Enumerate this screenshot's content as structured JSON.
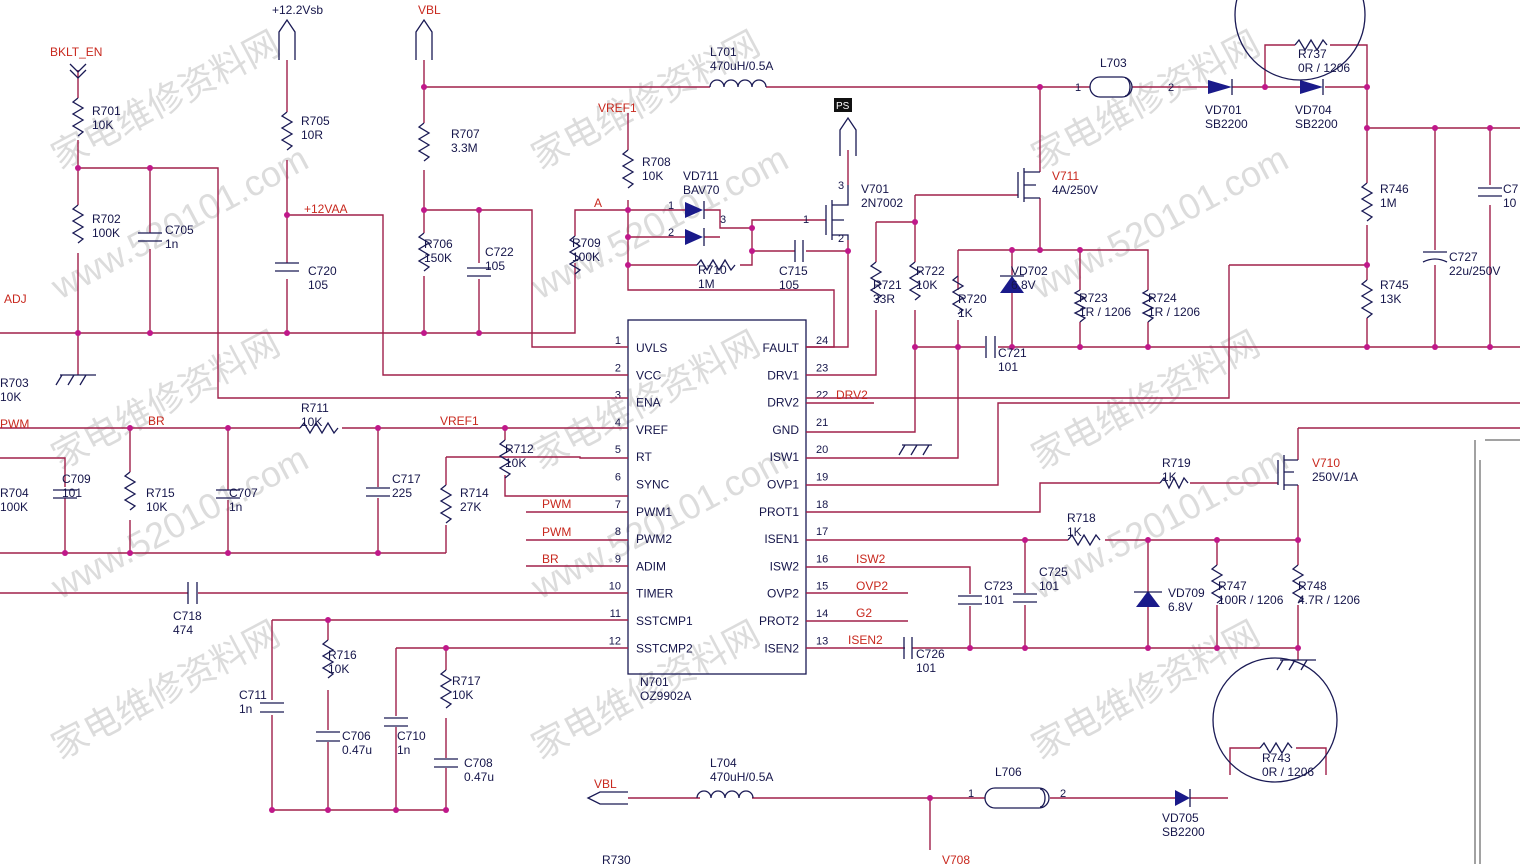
{
  "ic": {
    "ref": "N701",
    "part": "OZ9902A",
    "left_pins": [
      {
        "num": "1",
        "name": "UVLS"
      },
      {
        "num": "2",
        "name": "VCC"
      },
      {
        "num": "3",
        "name": "ENA"
      },
      {
        "num": "4",
        "name": "VREF"
      },
      {
        "num": "5",
        "name": "RT"
      },
      {
        "num": "6",
        "name": "SYNC"
      },
      {
        "num": "7",
        "name": "PWM1"
      },
      {
        "num": "8",
        "name": "PWM2"
      },
      {
        "num": "9",
        "name": "ADIM"
      },
      {
        "num": "10",
        "name": "TIMER"
      },
      {
        "num": "11",
        "name": "SSTCMP1"
      },
      {
        "num": "12",
        "name": "SSTCMP2"
      }
    ],
    "right_pins": [
      {
        "num": "24",
        "name": "FAULT"
      },
      {
        "num": "23",
        "name": "DRV1"
      },
      {
        "num": "22",
        "name": "DRV2"
      },
      {
        "num": "21",
        "name": "GND"
      },
      {
        "num": "20",
        "name": "ISW1"
      },
      {
        "num": "19",
        "name": "OVP1"
      },
      {
        "num": "18",
        "name": "PROT1"
      },
      {
        "num": "17",
        "name": "ISEN1"
      },
      {
        "num": "16",
        "name": "ISW2"
      },
      {
        "num": "15",
        "name": "OVP2"
      },
      {
        "num": "14",
        "name": "PROT2"
      },
      {
        "num": "13",
        "name": "ISEN2"
      }
    ]
  },
  "nets": {
    "bklt_en": "BKLT_EN",
    "v12vsb": "+12.2Vsb",
    "vbl": "VBL",
    "vref1_top": "VREF1",
    "a": "A",
    "v12vaa": "+12VAA",
    "ps": "PS",
    "adj": "ADJ",
    "pwm_left": "PWM",
    "br_left": "BR",
    "vref1_mid": "VREF1",
    "pwm1": "PWM",
    "pwm2": "PWM",
    "br_adim": "BR",
    "drv2": "DRV2",
    "isw2": "ISW2",
    "ovp2": "OVP2",
    "g2": "G2",
    "isen2": "ISEN2",
    "vbl_bottom": "VBL"
  },
  "components": [
    {
      "ref": "R701",
      "value": "10K"
    },
    {
      "ref": "R702",
      "value": "100K"
    },
    {
      "ref": "C705",
      "value": "1n"
    },
    {
      "ref": "R705",
      "value": "10R"
    },
    {
      "ref": "C720",
      "value": "105"
    },
    {
      "ref": "R707",
      "value": "3.3M"
    },
    {
      "ref": "R706",
      "value": "150K"
    },
    {
      "ref": "C722",
      "value": "105"
    },
    {
      "ref": "R708",
      "value": "10K"
    },
    {
      "ref": "R709",
      "value": "100K"
    },
    {
      "ref": "VD711",
      "value": "BAV70"
    },
    {
      "ref": "R710",
      "value": "1M"
    },
    {
      "ref": "C715",
      "value": "105"
    },
    {
      "ref": "V701",
      "value": "2N7002"
    },
    {
      "ref": "L701",
      "value": "470uH/0.5A"
    },
    {
      "ref": "L703",
      "value": ""
    },
    {
      "ref": "VD701",
      "value": "SB2200"
    },
    {
      "ref": "VD704",
      "value": "SB2200"
    },
    {
      "ref": "R737",
      "value": "0R / 1206"
    },
    {
      "ref": "V711",
      "value": "4A/250V"
    },
    {
      "ref": "VD702",
      "value": "6.8V"
    },
    {
      "ref": "R721",
      "value": "33R"
    },
    {
      "ref": "R722",
      "value": "10K"
    },
    {
      "ref": "R720",
      "value": "1K"
    },
    {
      "ref": "R723",
      "value": "1R / 1206"
    },
    {
      "ref": "R724",
      "value": "1R / 1206"
    },
    {
      "ref": "C721",
      "value": "101"
    },
    {
      "ref": "R746",
      "value": "1M"
    },
    {
      "ref": "R745",
      "value": "13K"
    },
    {
      "ref": "C727",
      "value": "22u/250V"
    },
    {
      "ref": "C7",
      "value": "10"
    },
    {
      "ref": "R703",
      "value": "10K"
    },
    {
      "ref": "R704",
      "value": "100K"
    },
    {
      "ref": "C709",
      "value": "101"
    },
    {
      "ref": "R715",
      "value": "10K"
    },
    {
      "ref": "C707",
      "value": "1n"
    },
    {
      "ref": "R711",
      "value": "10K"
    },
    {
      "ref": "C717",
      "value": "225"
    },
    {
      "ref": "R712",
      "value": "10K"
    },
    {
      "ref": "R714",
      "value": "27K"
    },
    {
      "ref": "C718",
      "value": "474"
    },
    {
      "ref": "R716",
      "value": "10K"
    },
    {
      "ref": "C711",
      "value": "1n"
    },
    {
      "ref": "C706",
      "value": "0.47u"
    },
    {
      "ref": "C710",
      "value": "1n"
    },
    {
      "ref": "R717",
      "value": "10K"
    },
    {
      "ref": "C708",
      "value": "0.47u"
    },
    {
      "ref": "V710",
      "value": "250V/1A"
    },
    {
      "ref": "R719",
      "value": "1K"
    },
    {
      "ref": "R718",
      "value": "1K"
    },
    {
      "ref": "C723",
      "value": "101"
    },
    {
      "ref": "C725",
      "value": "101"
    },
    {
      "ref": "VD709",
      "value": "6.8V"
    },
    {
      "ref": "R747",
      "value": "100R / 1206"
    },
    {
      "ref": "R748",
      "value": "4.7R / 1206"
    },
    {
      "ref": "C726",
      "value": "101"
    },
    {
      "ref": "R743",
      "value": "0R / 1206"
    },
    {
      "ref": "L704",
      "value": "470uH/0.5A"
    },
    {
      "ref": "L706",
      "value": ""
    },
    {
      "ref": "VD705",
      "value": "SB2200"
    },
    {
      "ref": "R730",
      "value": ""
    },
    {
      "ref": "V708",
      "value": ""
    }
  ],
  "pin_numbers": {
    "l703_1": "1",
    "l703_2": "2",
    "l706_1": "1",
    "l706_2": "2",
    "vd711_1": "1",
    "vd711_2": "2",
    "vd711_3": "3",
    "v701_1": "1",
    "v701_2": "2",
    "v701_3": "3"
  },
  "watermark": {
    "text_cn": "家电维修资料网",
    "text_url": "www.520101.com"
  },
  "colors": {
    "wire": "#a0204a",
    "component": "#1a1a55",
    "net_label": "#c8281e",
    "junction": "#c0188a"
  }
}
